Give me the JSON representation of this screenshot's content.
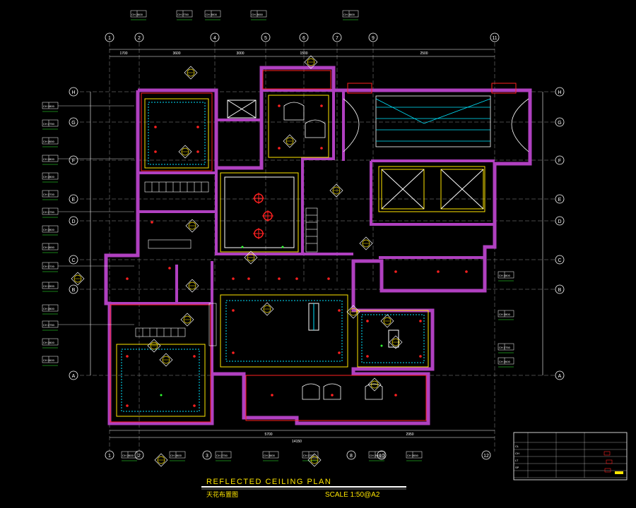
{
  "title": {
    "main": "REFLECTED     CEILING     PLAN",
    "sub_cn": "天花布置图",
    "scale": "SCALE  1:50@A2"
  },
  "grid": {
    "top_cols": [
      "1",
      "2",
      "4",
      "5",
      "6",
      "7",
      "9",
      "11"
    ],
    "bottom_cols": [
      "1",
      "2",
      "3",
      "8",
      "10",
      "12"
    ],
    "rows_left": [
      "H",
      "G",
      "F",
      "E",
      "D",
      "C",
      "B",
      "A"
    ],
    "rows_right": [
      "H",
      "G",
      "F",
      "E",
      "D",
      "C",
      "B",
      "A"
    ]
  },
  "dimensions": {
    "top": [
      "1700",
      "3600",
      "3000",
      "1500",
      "2500"
    ],
    "bottom": [
      "5700",
      "2950",
      "14150"
    ]
  },
  "left_tags": [
    "CH 2800",
    "CH 2750",
    "CH 2650",
    "CH 2800",
    "CH 2800",
    "CH 2700",
    "CH 2750",
    "CH 2800",
    "CH 2650",
    "CH 2700",
    "CH 2900",
    "CH 2800",
    "CH 2750",
    "CH 2800",
    "CH 2600"
  ],
  "top_tags": [
    "CH 2800",
    "CH 2750",
    "CH 2800",
    "CH 2650",
    "CH 2800"
  ],
  "bottom_tags": [
    "CH 2800",
    "CH 2800",
    "CH 2750",
    "CH 2800",
    "CH 2700",
    "CH 2800",
    "CH 2650"
  ],
  "right_tags": [
    "CH 2800",
    "CH 2800",
    "CH 2750",
    "CH 2600"
  ],
  "legend": {
    "rows": [
      [
        "",
        "",
        "",
        ""
      ],
      [
        "CL",
        "",
        "",
        ""
      ],
      [
        "CH",
        "",
        "",
        ""
      ],
      [
        "LT",
        "",
        "",
        ""
      ],
      [
        "SP",
        "",
        "",
        ""
      ],
      [
        "",
        "",
        "",
        ""
      ]
    ]
  },
  "colors": {
    "wall": "#b040c0",
    "wall_fill": "#9a3aa8",
    "red": "#ff2020",
    "yellow": "#ffe600",
    "cyan": "#00e5ff",
    "green": "#30ff30",
    "white": "#ffffff"
  }
}
